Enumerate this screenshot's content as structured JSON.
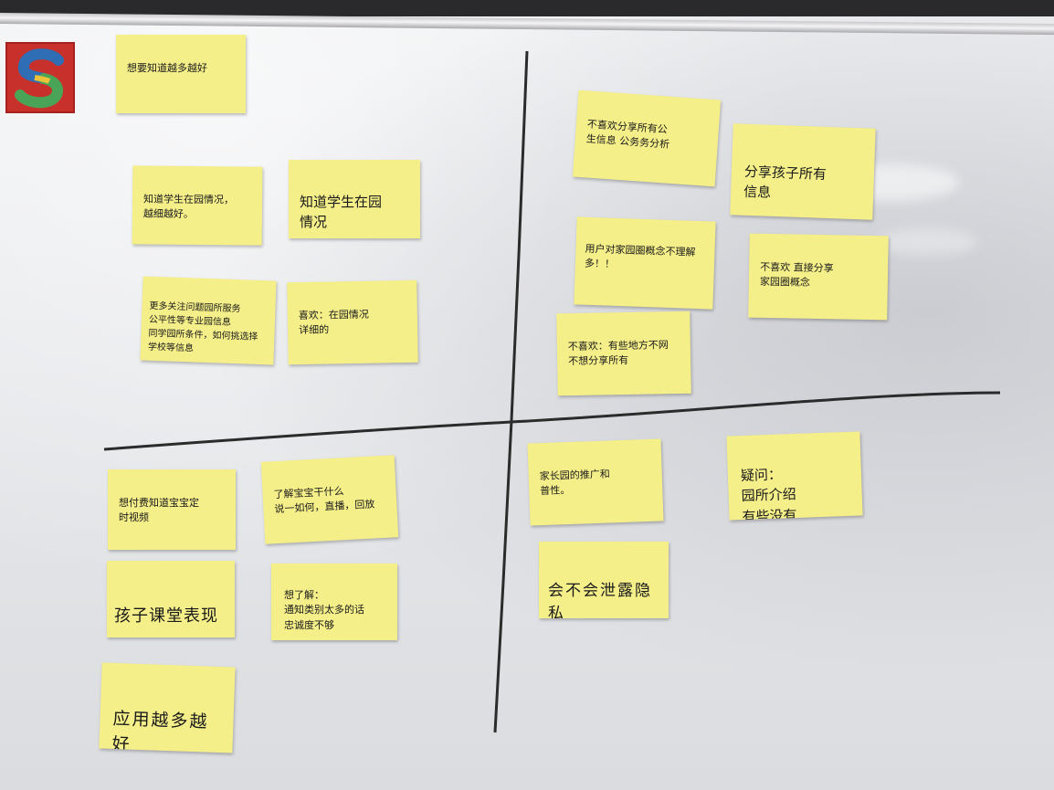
{
  "logo": {
    "letter": "S",
    "colors": {
      "bg": "#c8312b",
      "top": "#2f6db5",
      "bottom": "#4aa457"
    }
  },
  "note_color": "#f5ef8a",
  "notes": {
    "q1": [
      {
        "text": "想要知道越多越好"
      },
      {
        "text": "知道学生在园情况，\n越细越好。"
      },
      {
        "text": "知道学生在园\n情况"
      },
      {
        "text": "更多关注问题园所服务\n公平性等专业园信息\n同学园所条件，如何挑选择\n学校等信息"
      },
      {
        "text": "喜欢：在园情况\n详细的"
      }
    ],
    "q2": [
      {
        "text": "不喜欢分享所有公\n生信息 公务务分析"
      },
      {
        "text": "分享孩子所有\n信息"
      },
      {
        "text": "用户对家园圈概念不理解\n多！！"
      },
      {
        "text": "不喜欢 直接分享\n家园圈概念"
      },
      {
        "text": "不喜欢：有些地方不网\n不想分享所有"
      }
    ],
    "q3": [
      {
        "text": "想付费知道宝宝定\n时视频"
      },
      {
        "text": "了解宝宝干什么\n说一如何，直播，回放"
      },
      {
        "text": "孩子课堂表现"
      },
      {
        "text": "想了解：\n通知类别太多的话\n忠诚度不够"
      },
      {
        "text": "应用越多越\n好"
      }
    ],
    "q4": [
      {
        "text": "家长园的推广和\n普性。"
      },
      {
        "text": "疑问：\n园所介绍\n有些没有"
      },
      {
        "text": "会不会泄露隐\n私"
      }
    ]
  }
}
